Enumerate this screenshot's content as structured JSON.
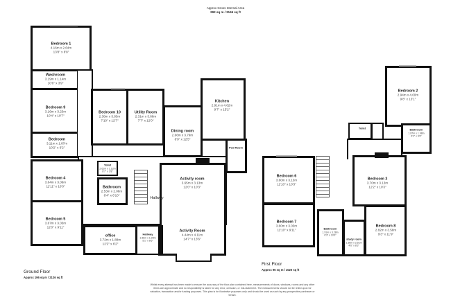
{
  "header": {
    "title": "Approx Gross Internal Area",
    "area": "292 sq m / 3146 sq ft"
  },
  "ground_floor": {
    "title": "Ground Floor",
    "area": "Approx 196 sq m / 2126 sq ft",
    "rooms": [
      {
        "name": "Bedroom 1",
        "metric": "4.16m x 2.64m",
        "imperial": "13'8\" x 8'8\""
      },
      {
        "name": "Washroom",
        "metric": "3.19m x 1.14m",
        "imperial": "10'6\" x 3'9\""
      },
      {
        "name": "Bedroom 9",
        "metric": "3.16m x 3.23m",
        "imperial": "10'4\" x 10'7\""
      },
      {
        "name": "Bedroom",
        "metric": "3.11m x 1.87m",
        "imperial": "10'2\" x 6'2\""
      },
      {
        "name": "Bedroom 10",
        "metric": "2.38m x 3.83m",
        "imperial": "7'10\" x 12'7\""
      },
      {
        "name": "Utility Room",
        "metric": "2.31m x 3.66m",
        "imperial": "7'7\" x 12'0\""
      },
      {
        "name": "Dining room",
        "metric": "2.66m x 3.79m",
        "imperial": "8'9\" x 12'5\""
      },
      {
        "name": "Kitchen",
        "metric": "2.91m x 4.62m",
        "imperial": "9'7\" x 15'2\""
      },
      {
        "name": "Pod Room",
        "metric": "",
        "imperial": ""
      },
      {
        "name": "Toilet",
        "metric": "2.61m x 1.12m",
        "imperial": "8'7\" x 3'8\""
      },
      {
        "name": "Bathroom",
        "metric": "2.53m x 2.08m",
        "imperial": "8'4\" x 6'10\""
      },
      {
        "name": "Bedroom 4",
        "metric": "3.64m x 3.06m",
        "imperial": "11'11\" x 10'0\""
      },
      {
        "name": "Bedroom 5",
        "metric": "3.67m x 3.03m",
        "imperial": "12'0\" x 9'11\""
      },
      {
        "name": "Hallway",
        "metric": "",
        "imperial": ""
      },
      {
        "name": "Activity room",
        "metric": "3.65m x 3.13m",
        "imperial": "12'0\" x 10'3\""
      },
      {
        "name": "office",
        "metric": "3.72m x 1.88m",
        "imperial": "12'2\" x 6'2\""
      },
      {
        "name": "Hallway",
        "metric": "1.56m x 1.99m",
        "imperial": "5'1\" x 6'6\""
      },
      {
        "name": "Activity Room",
        "metric": "4.44m x 4.11m",
        "imperial": "14'7\" x 13'6\""
      }
    ]
  },
  "first_floor": {
    "title": "First Floor",
    "area": "Approx 95 sq m / 1020 sq ft",
    "rooms": [
      {
        "name": "Bedroom 2",
        "metric": "2.94m x 4.00m",
        "imperial": "9'8\" x 13'1\""
      },
      {
        "name": "Bathroom",
        "metric": "1.87m x 1.98m",
        "imperial": "6'2\" x 6'6\""
      },
      {
        "name": "Toilet",
        "metric": "",
        "imperial": ""
      },
      {
        "name": "Bedroom 6",
        "metric": "3.60m x 3.13m",
        "imperial": "11'10\" x 10'3\""
      },
      {
        "name": "Bedroom 3",
        "metric": "3.70m x 3.13m",
        "imperial": "12'2\" x 10'3\""
      },
      {
        "name": "Bedroom 7",
        "metric": "3.60m x 3.03m",
        "imperial": "11'10\" x 9'11\""
      },
      {
        "name": "Bathroom",
        "metric": "1.91m x 3.28m",
        "imperial": "6'3\" x 10'9\""
      },
      {
        "name": "study room",
        "metric": "1.36m x 2.51m",
        "imperial": "4'6\" x 8'3\""
      },
      {
        "name": "Bedroom 8",
        "metric": "2.82m x 3.58m",
        "imperial": "9'3\" x 11'9\""
      }
    ]
  },
  "disclaimer": "Whilst every attempt has been made to ensure the accuracy of the floor plan contained here, measurements of doors, windows, rooms and any other items are approximate and no responsibility is taken for any error, omission, or mis-statement. The measurements should not be relied upon for valuation, transaction and/or funding purposes. This plan is for illustrative purposes only and should be used as such by any prospective purchaser or tenant."
}
